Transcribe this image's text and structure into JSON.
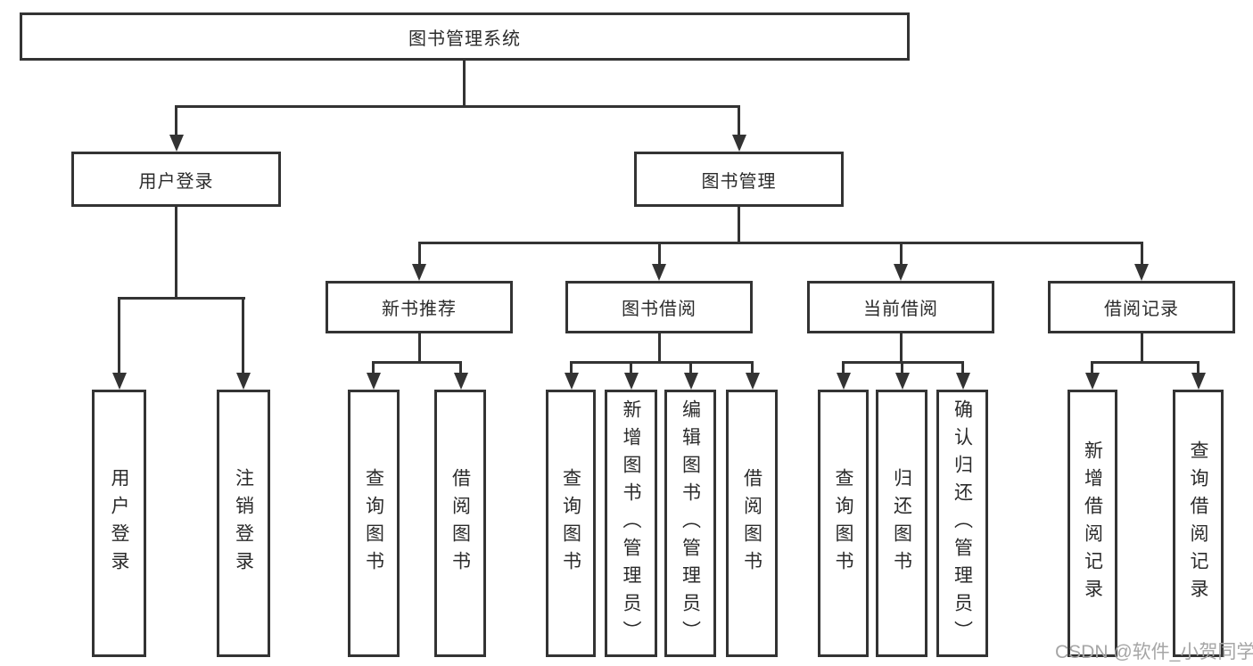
{
  "diagram_title": "图书管理系统",
  "tree": {
    "label": "图书管理系统",
    "children": [
      {
        "label": "用户登录",
        "children": [
          {
            "label": "用户登录"
          },
          {
            "label": "注销登录"
          }
        ]
      },
      {
        "label": "图书管理",
        "children": [
          {
            "label": "新书推荐",
            "children": [
              {
                "label": "查询图书"
              },
              {
                "label": "借阅图书"
              }
            ]
          },
          {
            "label": "图书借阅",
            "children": [
              {
                "label": "查询图书"
              },
              {
                "label": "新增图书（管理员）"
              },
              {
                "label": "编辑图书（管理员）"
              },
              {
                "label": "借阅图书"
              }
            ]
          },
          {
            "label": "当前借阅",
            "children": [
              {
                "label": "查询图书"
              },
              {
                "label": "归还图书"
              },
              {
                "label": "确认归还（管理员）"
              }
            ]
          },
          {
            "label": "借阅记录",
            "children": [
              {
                "label": "新增借阅记录"
              },
              {
                "label": "查询借阅记录"
              }
            ]
          }
        ]
      }
    ]
  },
  "watermark": "CSDN @软件_小贺同学",
  "colors": {
    "line": "#333333",
    "box_border": "#333333",
    "text": "#2b2b2b",
    "background": "#ffffff",
    "watermark": "#a6a6a6"
  }
}
